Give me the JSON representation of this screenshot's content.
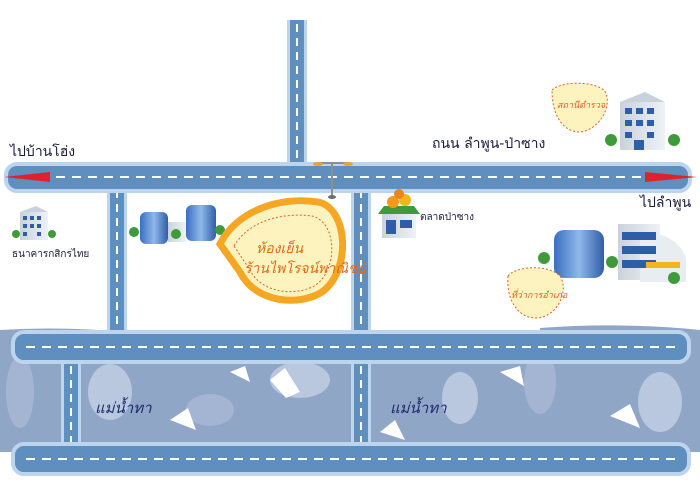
{
  "map": {
    "labels": {
      "to_ban_choeng": "ไปบ้านโฮ่ง",
      "road_name": "ถนน ลำพูน-ป่าซาง",
      "to_lamphun": "ไปลำพูน",
      "kasikorn_bank": "ธนาคารกสิกรไทย",
      "pasang_market": "ตลาดป่าซาง",
      "river_left": "แม่น้ำทา",
      "river_right": "แม่น้ำทา"
    },
    "bubbles": {
      "police_station": "สถานีตำรวจ",
      "district_office": "ที่ว่าการอำเภอ"
    },
    "store": {
      "line1": "ห้องเย็น",
      "line2": "ร้านไพโรจน์พาณิชย์"
    },
    "colors": {
      "road_fill": "#5e8fbf",
      "road_edge": "#bcd4ec",
      "lane_marking": "#ffffff",
      "river": "#8fa6c6",
      "river_light": "#b9c8de",
      "arrow": "#e0202a",
      "store_bubble_fill": "#fdf3bf",
      "store_bubble_border": "#f5a623",
      "bubble_fill": "#fdf3bf",
      "bubble_border": "#e0602a"
    },
    "icons": [
      "office-building-icon",
      "market-building-icon",
      "street-lamp-icon",
      "tree-icon"
    ]
  }
}
